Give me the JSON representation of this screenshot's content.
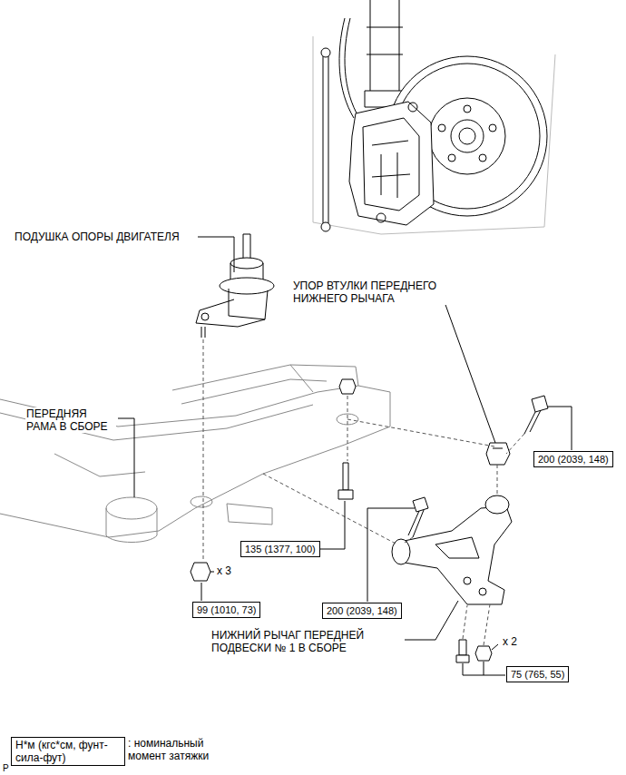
{
  "diagram": {
    "nodes": [
      {
        "text": [
          "200 (2039, 148)"
        ]
      },
      {
        "text": [
          "135 (1377, 100)"
        ]
      },
      {
        "text": [
          "99 (1010, 73)"
        ]
      },
      {
        "text": [
          "200 (2039, 148)"
        ]
      },
      {
        "text": [
          "75 (765, 55)"
        ]
      },
      {
        "text": [
          "Н*м (кгс*см, фунт-сила-фут)"
        ]
      }
    ],
    "labels": [
      "ПОДУШКА ОПОРЫ ДВИГАТЕЛЯ",
      "УПОР ВТУЛКИ ПЕРЕДНЕГО НИЖНЕГО РЫЧАГА",
      "ПЕРЕДНЯЯ РАМА В СБОРЕ",
      "x 3",
      "НИЖНИЙ РЫЧАГ ПЕРЕДНЕЙ ПОДВЕСКИ № 1 В СБОРЕ",
      "x 2",
      ": номинальный момент затяжки",
      "P"
    ]
  }
}
